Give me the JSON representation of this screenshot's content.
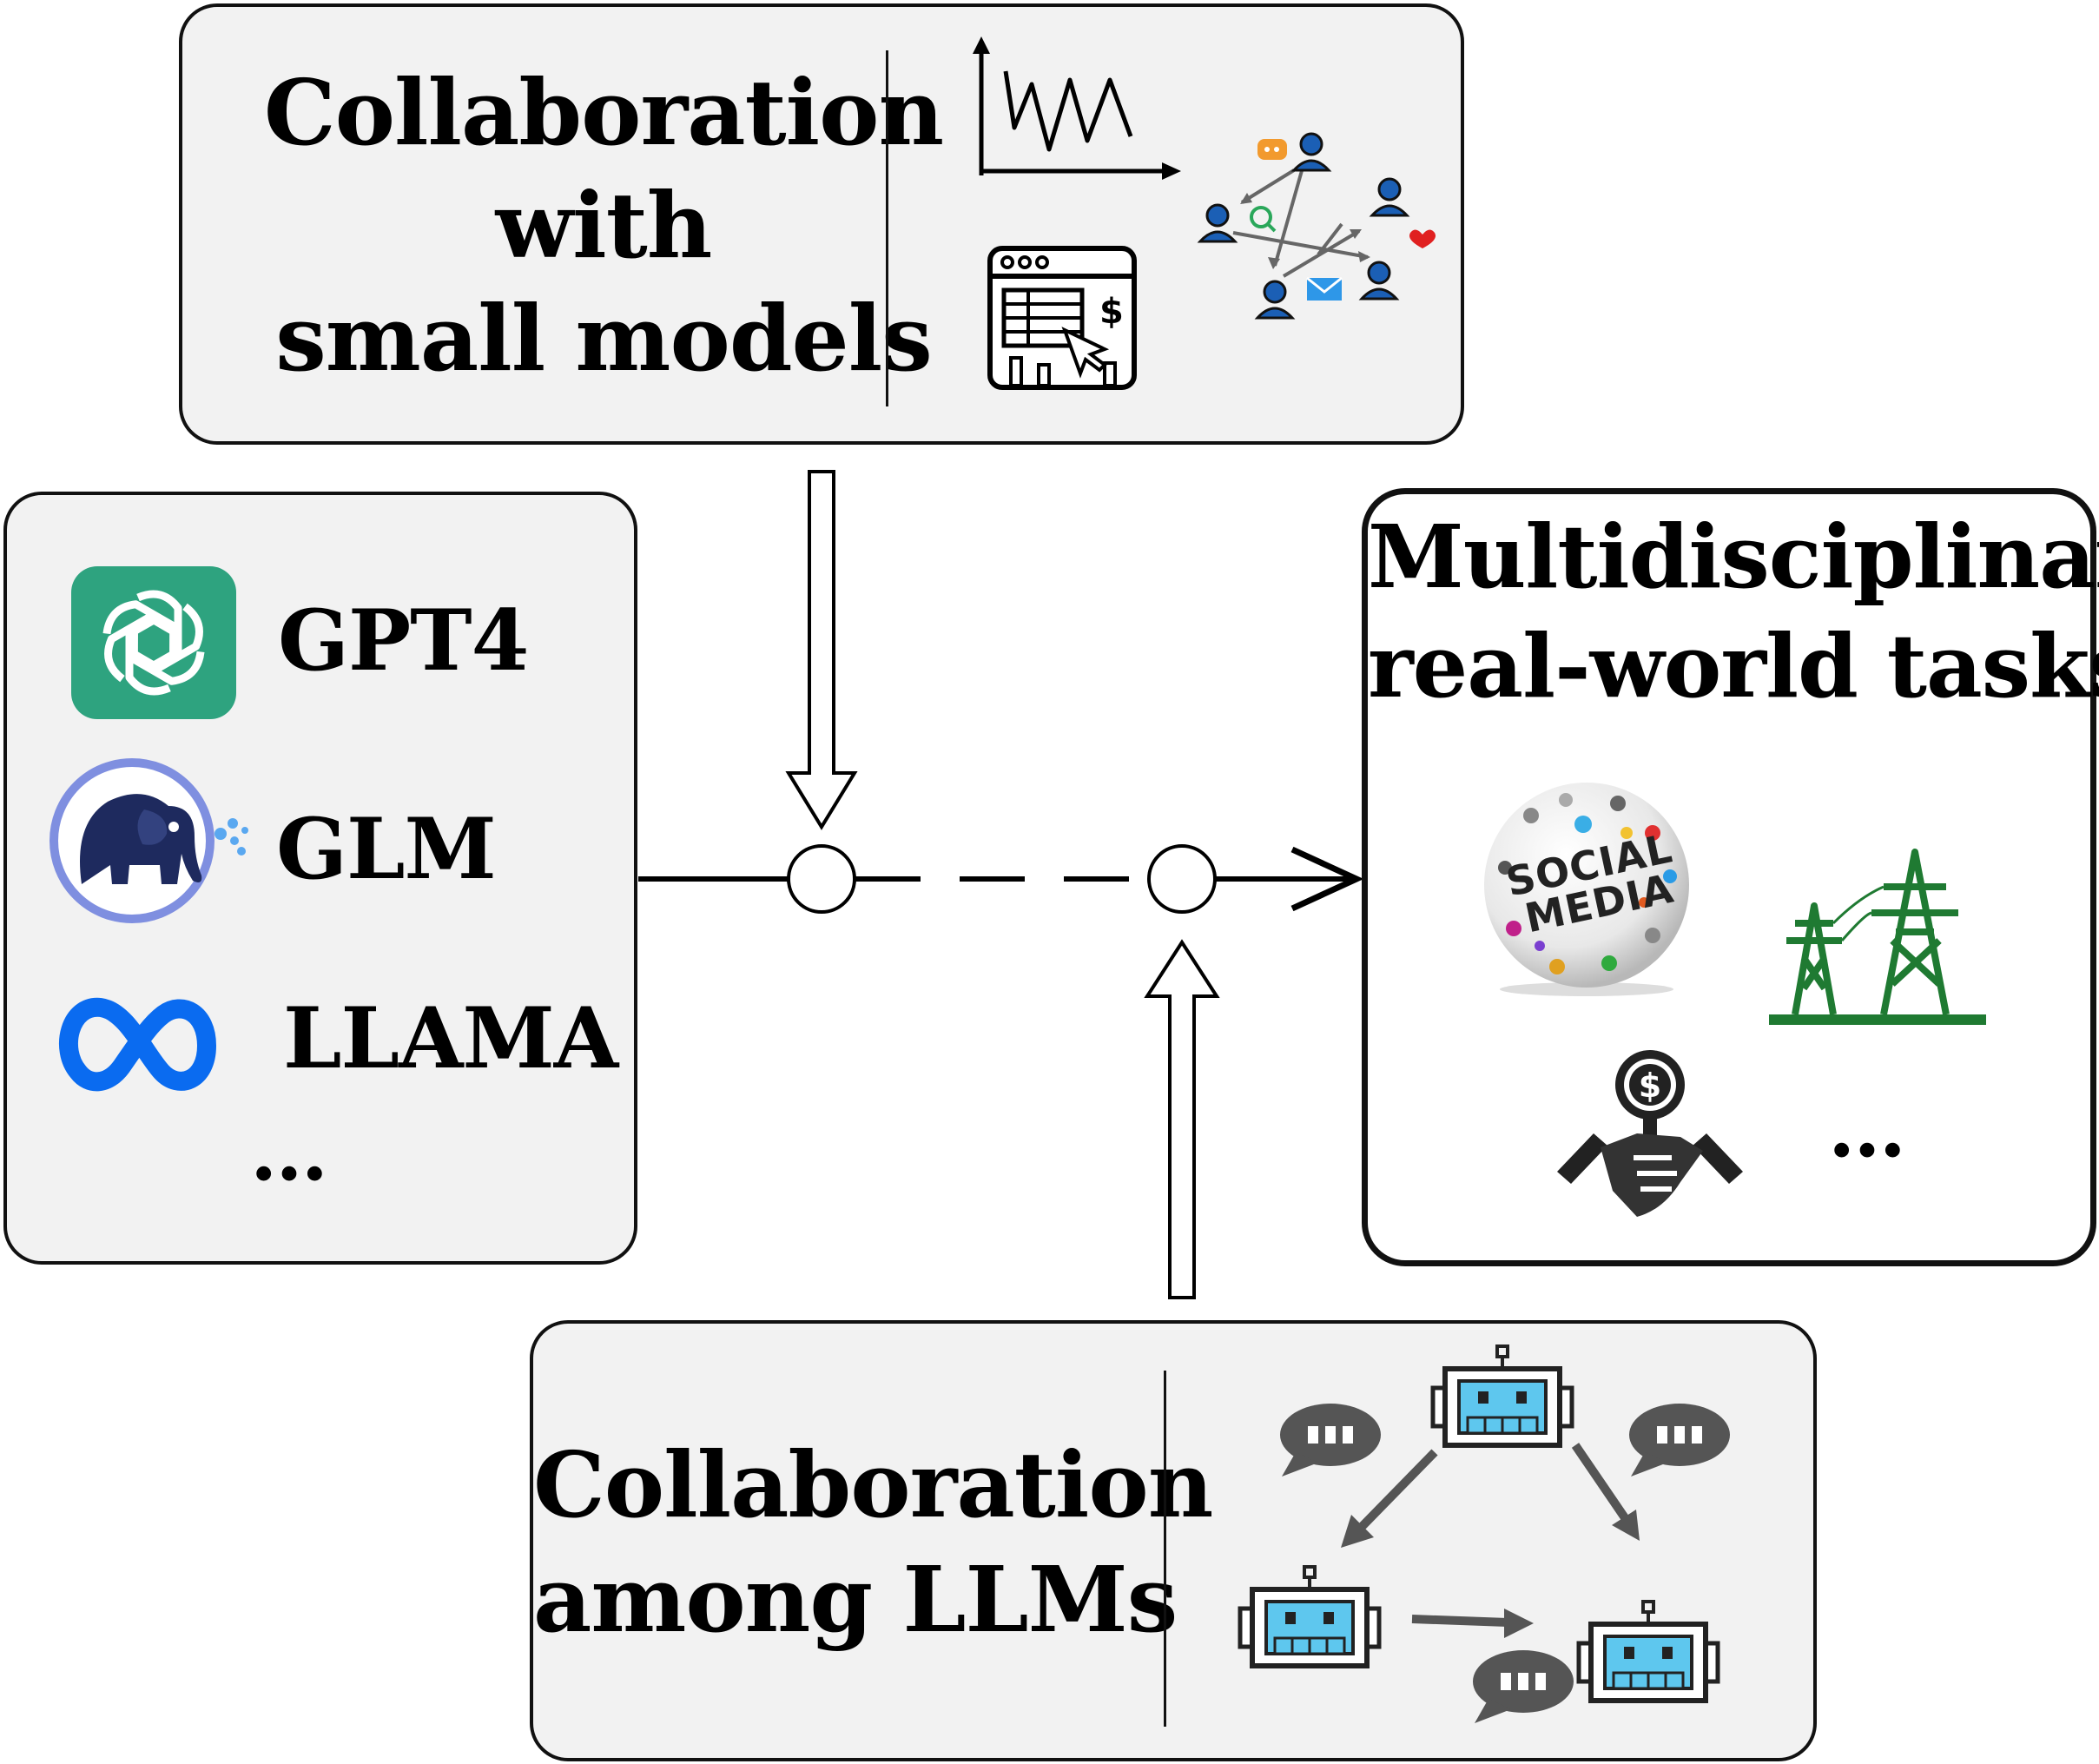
{
  "top_panel": {
    "title_lines": [
      "Collaboration",
      "with",
      "small models"
    ]
  },
  "models_panel": {
    "models": [
      {
        "label": "GPT4",
        "icon": "openai-logo-icon"
      },
      {
        "label": "GLM",
        "icon": "glm-elephant-logo-icon"
      },
      {
        "label": "LLAMA",
        "icon": "meta-logo-icon"
      }
    ],
    "ellipsis": "…"
  },
  "tasks_panel": {
    "title_lines": [
      "Multidisciplinary",
      "real-world tasks"
    ],
    "social_media_text": [
      "SOCIAL",
      "MEDIA"
    ],
    "ellipsis": "…"
  },
  "bottom_panel": {
    "title_lines": [
      "Collaboration",
      "among LLMs"
    ]
  },
  "colors": {
    "panel_fill": "#f2f2f2",
    "openai_green": "#2ea37f",
    "meta_blue": "#0a6bf0",
    "pylon_green": "#1f7a32",
    "robot_blue": "#5ec7ee"
  }
}
